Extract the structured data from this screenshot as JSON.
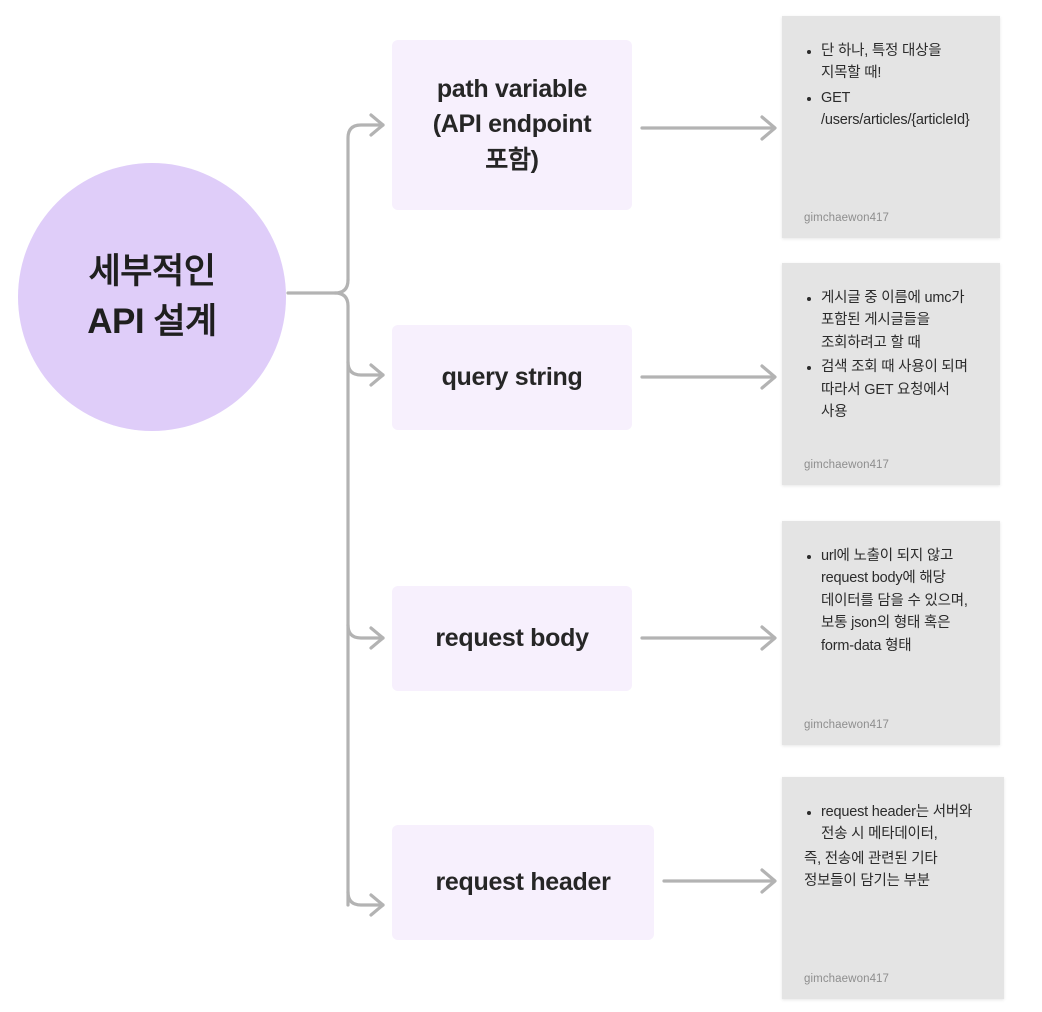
{
  "root": {
    "lines": [
      "세부적인",
      "API 설계"
    ],
    "fill": "#DFCDF9",
    "text_color": "#1F1F1F"
  },
  "theme": {
    "background": "#FFFFFF",
    "node_fill": "#F7F0FD",
    "note_fill": "#E4E4E4",
    "connector": "#B3B3B3",
    "author_color": "#8E8E8E"
  },
  "nodes": [
    {
      "label": "path variable\n(API endpoint\n포함)",
      "line1": "path variable",
      "line2": "(API endpoint",
      "line3": "포함)"
    },
    {
      "label": "query string"
    },
    {
      "label": "request body"
    },
    {
      "label": "request header"
    }
  ],
  "notes": [
    {
      "bullets": [
        "단 하나, 특정 대상을 지목할 때!",
        "GET /users/articles/{articleId}"
      ],
      "author": "gimchaewon417"
    },
    {
      "bullets": [
        "게시글 중 이름에 umc가 포함된 게시글들을 조회하려고 할 때",
        " 검색 조회 때 사용이 되며 따라서 GET 요청에서 사용"
      ],
      "author": "gimchaewon417"
    },
    {
      "bullets": [
        "url에 노출이 되지 않고 request body에 해당 데이터를 담을 수 있으며, 보통 json의 형태 혹은 form-data 형태"
      ],
      "author": "gimchaewon417"
    },
    {
      "bullets": [
        "request header는 서버와 전송 시 메타데이터,",
        "즉, 전송에 관련된 기타 정보들이 담기는 부분"
      ],
      "author": "gimchaewon417"
    }
  ]
}
